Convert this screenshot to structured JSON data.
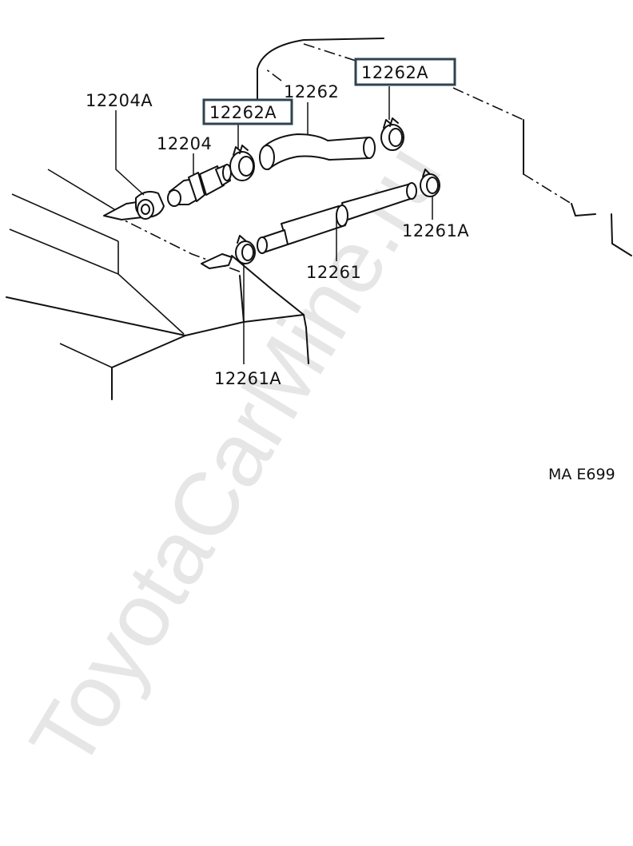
{
  "watermark": "ToyotaCarMine.ru",
  "diagram_code": "MA E699",
  "callouts": {
    "pcv_grommet": "12204A",
    "pcv_valve": "12204",
    "hose_upper": "12262",
    "hose_upper_clamp_left": "12262A",
    "hose_upper_clamp_right": "12262A",
    "hose_lower": "12261",
    "hose_lower_clamp_right": "12261A",
    "hose_lower_clamp_left": "12261A"
  },
  "highlight_color": "#2e4350"
}
